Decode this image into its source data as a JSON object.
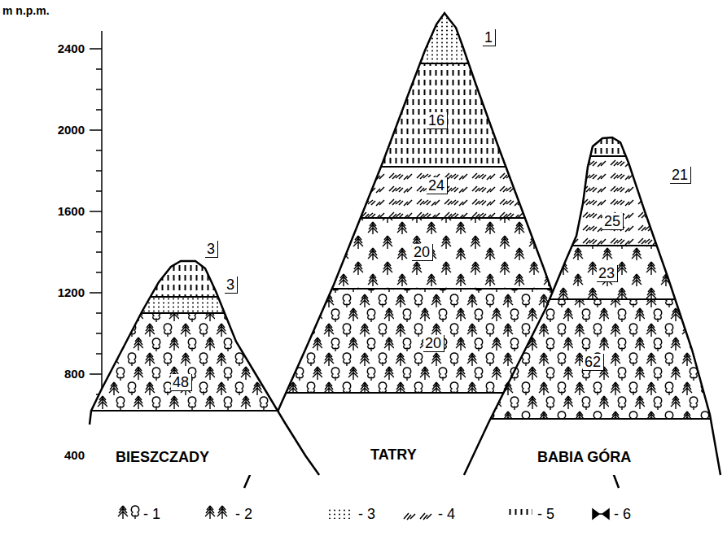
{
  "diagram": {
    "labels": [
      "m n.p.m.",
      "2400",
      "2000",
      "1600",
      "1200",
      "800",
      "400",
      "BIESZCZADY",
      "TATRY",
      "BABIA GÓRA",
      "3",
      "3",
      "48",
      "1",
      "16",
      "24",
      "20",
      "20",
      "21",
      "25",
      "23",
      "62"
    ],
    "legend": [
      {
        "text": "- 1"
      },
      {
        "text": "- 2"
      },
      {
        "text": "- 3"
      },
      {
        "text": "- 4"
      },
      {
        "text": "- 5"
      },
      {
        "text": "- 6"
      }
    ]
  }
}
